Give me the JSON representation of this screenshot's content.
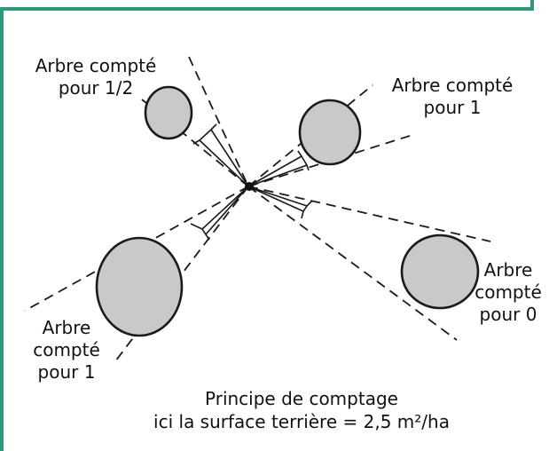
{
  "labels": {
    "tree_half": {
      "line1": "Arbre compté",
      "line2": "pour 1/2"
    },
    "tree_one_right": {
      "line1": "Arbre compté",
      "line2": "pour 1"
    },
    "tree_zero": {
      "line1": "Arbre",
      "line2": "compté",
      "line3": "pour 0"
    },
    "tree_one_left": {
      "line1": "Arbre",
      "line2": "compté",
      "line3": "pour 1"
    }
  },
  "caption": {
    "line1": "Principe de comptage",
    "line2": "ici la surface terrière = 2,5 m²/ha"
  },
  "colors": {
    "frame": "#2a9a78",
    "tree_fill": "#c9c9c9",
    "stroke": "#1a1a1a"
  }
}
